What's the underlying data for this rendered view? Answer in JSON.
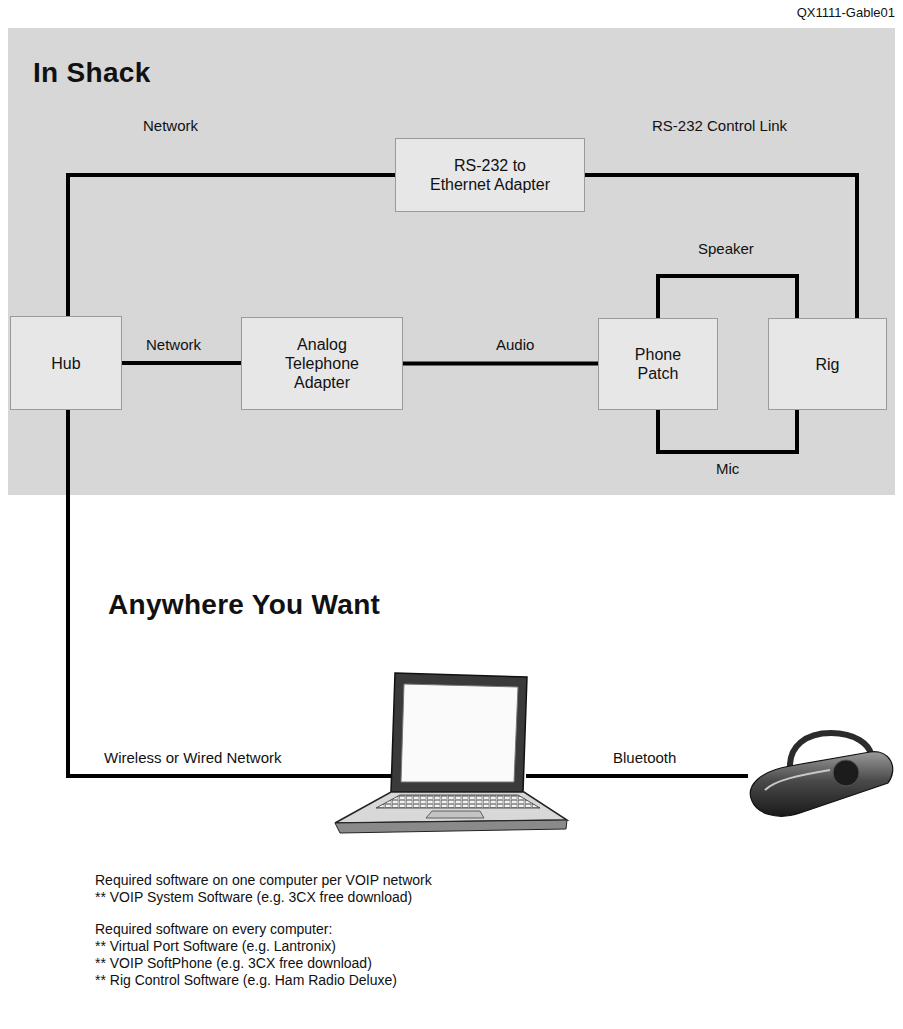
{
  "diagram": {
    "nodes": [
      {
        "text": [
          "In Shack"
        ]
      },
      {
        "text": [
          "RS-232 to Ethernet Adapter"
        ],
        "in": 0
      },
      {
        "text": [
          "Hub"
        ],
        "in": 0
      },
      {
        "text": [
          "Analog Telephone Adapter"
        ],
        "in": 0
      },
      {
        "text": [
          "Phone Patch"
        ],
        "in": 0
      },
      {
        "text": [
          "Rig"
        ],
        "in": 0
      }
    ],
    "edges": [
      {
        "from": 2,
        "to": 1,
        "label": "Network",
        "arrow": "none"
      },
      {
        "from": 1,
        "to": 5,
        "label": "RS-232 Control Link",
        "arrow": "none"
      },
      {
        "from": 2,
        "to": 3,
        "label": "Network",
        "arrow": "none"
      },
      {
        "from": 3,
        "to": 4,
        "label": "Audio",
        "arrow": "none"
      },
      {
        "from": 4,
        "to": 5,
        "label": "Speaker",
        "arrow": "none"
      },
      {
        "from": 4,
        "to": 5,
        "label": "Mic",
        "arrow": "none"
      }
    ],
    "labels": [
      "QX1111-Gable01",
      "Anywhere You Want",
      "Wireless or Wired Network",
      "Bluetooth",
      "Required software on one computer per VOIP network",
      "** VOIP System Software (e.g. 3CX free download)",
      "Required software on every computer:",
      "** Virtual Port Software (e.g. Lantronix)",
      "** VOIP SoftPhone (e.g. 3CX free download)",
      "** Rig Control Software (e.g. Ham Radio Deluxe)"
    ]
  }
}
